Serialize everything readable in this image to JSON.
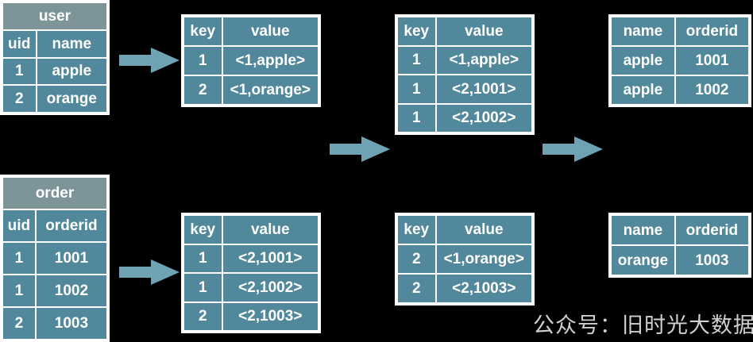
{
  "background_color": "#000000",
  "palette": {
    "cell_fill": "#52889b",
    "title_fill": "#7d9599",
    "cell_text": "#ffffff",
    "grid_line": "#ffffff",
    "arrow_fill": "#6fa3b4",
    "watermark_text": "#cfcfcf"
  },
  "tables": {
    "user": {
      "title": "user",
      "headers": [
        "uid",
        "name"
      ],
      "rows": [
        [
          "1",
          "apple"
        ],
        [
          "2",
          "orange"
        ]
      ]
    },
    "order": {
      "title": "order",
      "headers": [
        "uid",
        "orderid"
      ],
      "rows": [
        [
          "1",
          "1001"
        ],
        [
          "1",
          "1002"
        ],
        [
          "2",
          "1003"
        ]
      ]
    },
    "map_user": {
      "headers": [
        "key",
        "value"
      ],
      "rows": [
        [
          "1",
          "<1,apple>"
        ],
        [
          "2",
          "<1,orange>"
        ]
      ]
    },
    "map_order": {
      "headers": [
        "key",
        "value"
      ],
      "rows": [
        [
          "1",
          "<2,1001>"
        ],
        [
          "1",
          "<2,1002>"
        ],
        [
          "2",
          "<2,1003>"
        ]
      ]
    },
    "reduce_1": {
      "headers": [
        "key",
        "value"
      ],
      "rows": [
        [
          "1",
          "<1,apple>"
        ],
        [
          "1",
          "<2,1001>"
        ],
        [
          "1",
          "<2,1002>"
        ]
      ]
    },
    "reduce_2": {
      "headers": [
        "key",
        "value"
      ],
      "rows": [
        [
          "2",
          "<1,orange>"
        ],
        [
          "2",
          "<2,1003>"
        ]
      ]
    },
    "result_1": {
      "headers": [
        "name",
        "orderid"
      ],
      "rows": [
        [
          "apple",
          "1001"
        ],
        [
          "apple",
          "1002"
        ]
      ]
    },
    "result_2": {
      "headers": [
        "name",
        "orderid"
      ],
      "rows": [
        [
          "orange",
          "1003"
        ]
      ]
    }
  },
  "arrows": [
    {
      "name": "arrow-user-to-map",
      "direction": "right"
    },
    {
      "name": "arrow-order-to-map",
      "direction": "right"
    },
    {
      "name": "arrow-map-to-reduce",
      "direction": "right"
    },
    {
      "name": "arrow-reduce-to-result",
      "direction": "right"
    }
  ],
  "watermark": {
    "text": "公众号：旧时光大数据"
  }
}
